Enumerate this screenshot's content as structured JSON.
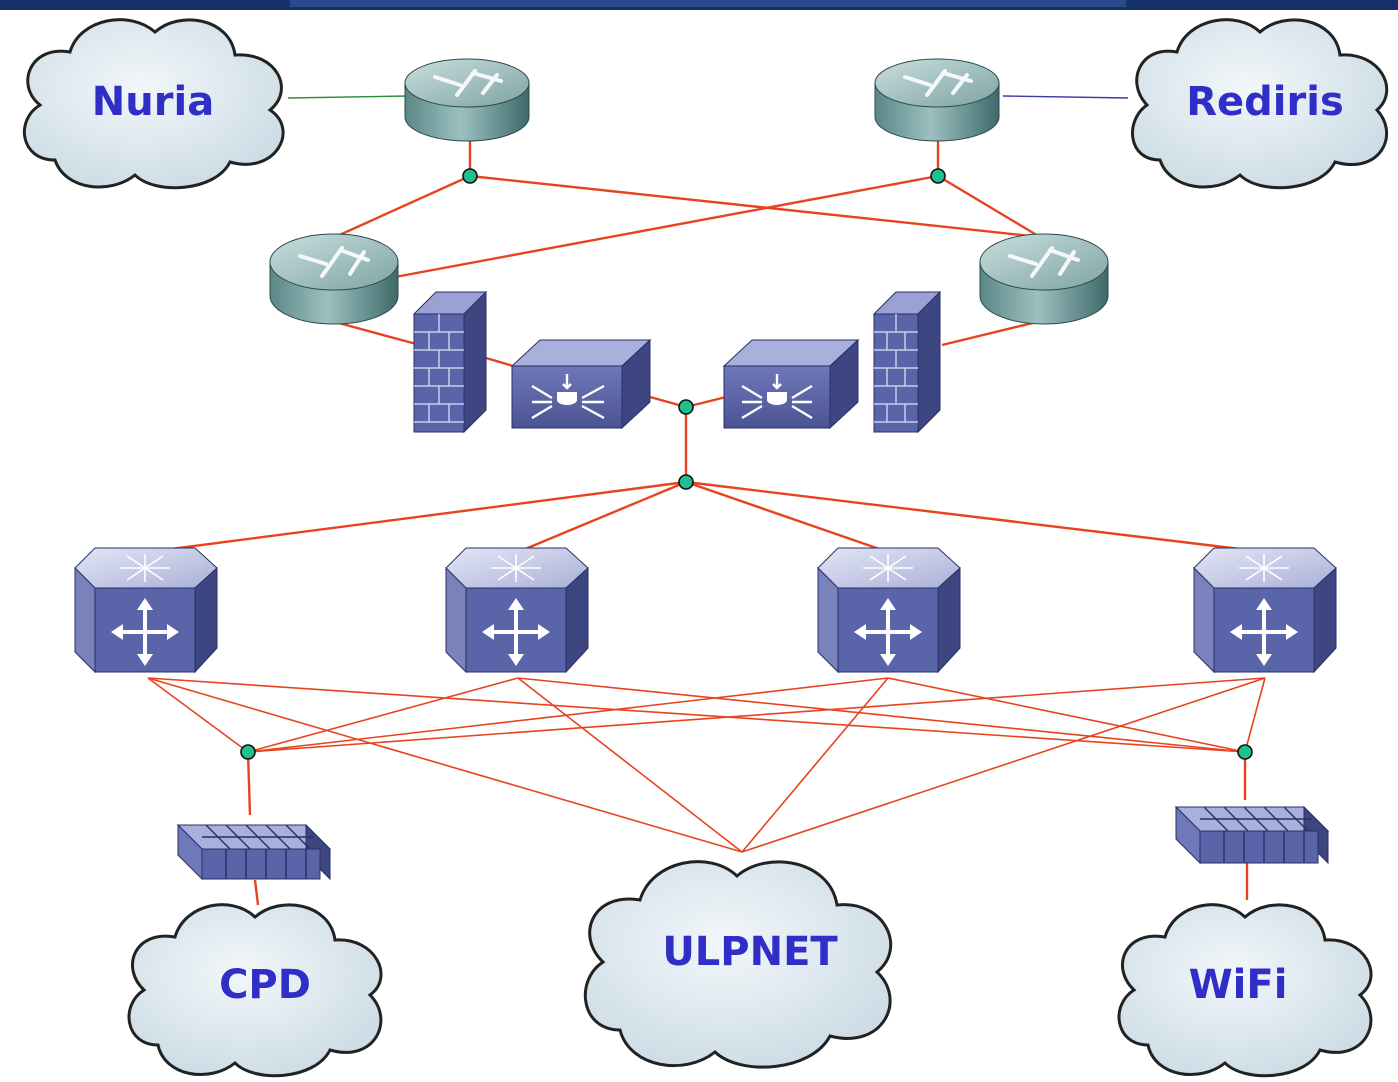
{
  "clouds": {
    "nuria": "Nuria",
    "rediris": "Rediris",
    "cpd": "CPD",
    "ulpnet": "ULPNET",
    "wifi": "WiFi"
  },
  "colors": {
    "link": "#e8431f",
    "link_nuria": "#2e8b3a",
    "link_rediris": "#3a3aa8",
    "hub": "#1fbf8f",
    "label": "#2f2fc8",
    "cloud_fill": "#dfe9ef",
    "device_blue": "#5a64a8",
    "router_teal": "#5f8c8c",
    "top_bar": "#16306a"
  },
  "icons": [
    "router-icon",
    "firewall-icon",
    "load-balancer-icon",
    "multilayer-switch-icon",
    "access-switch-icon",
    "cloud-icon"
  ]
}
